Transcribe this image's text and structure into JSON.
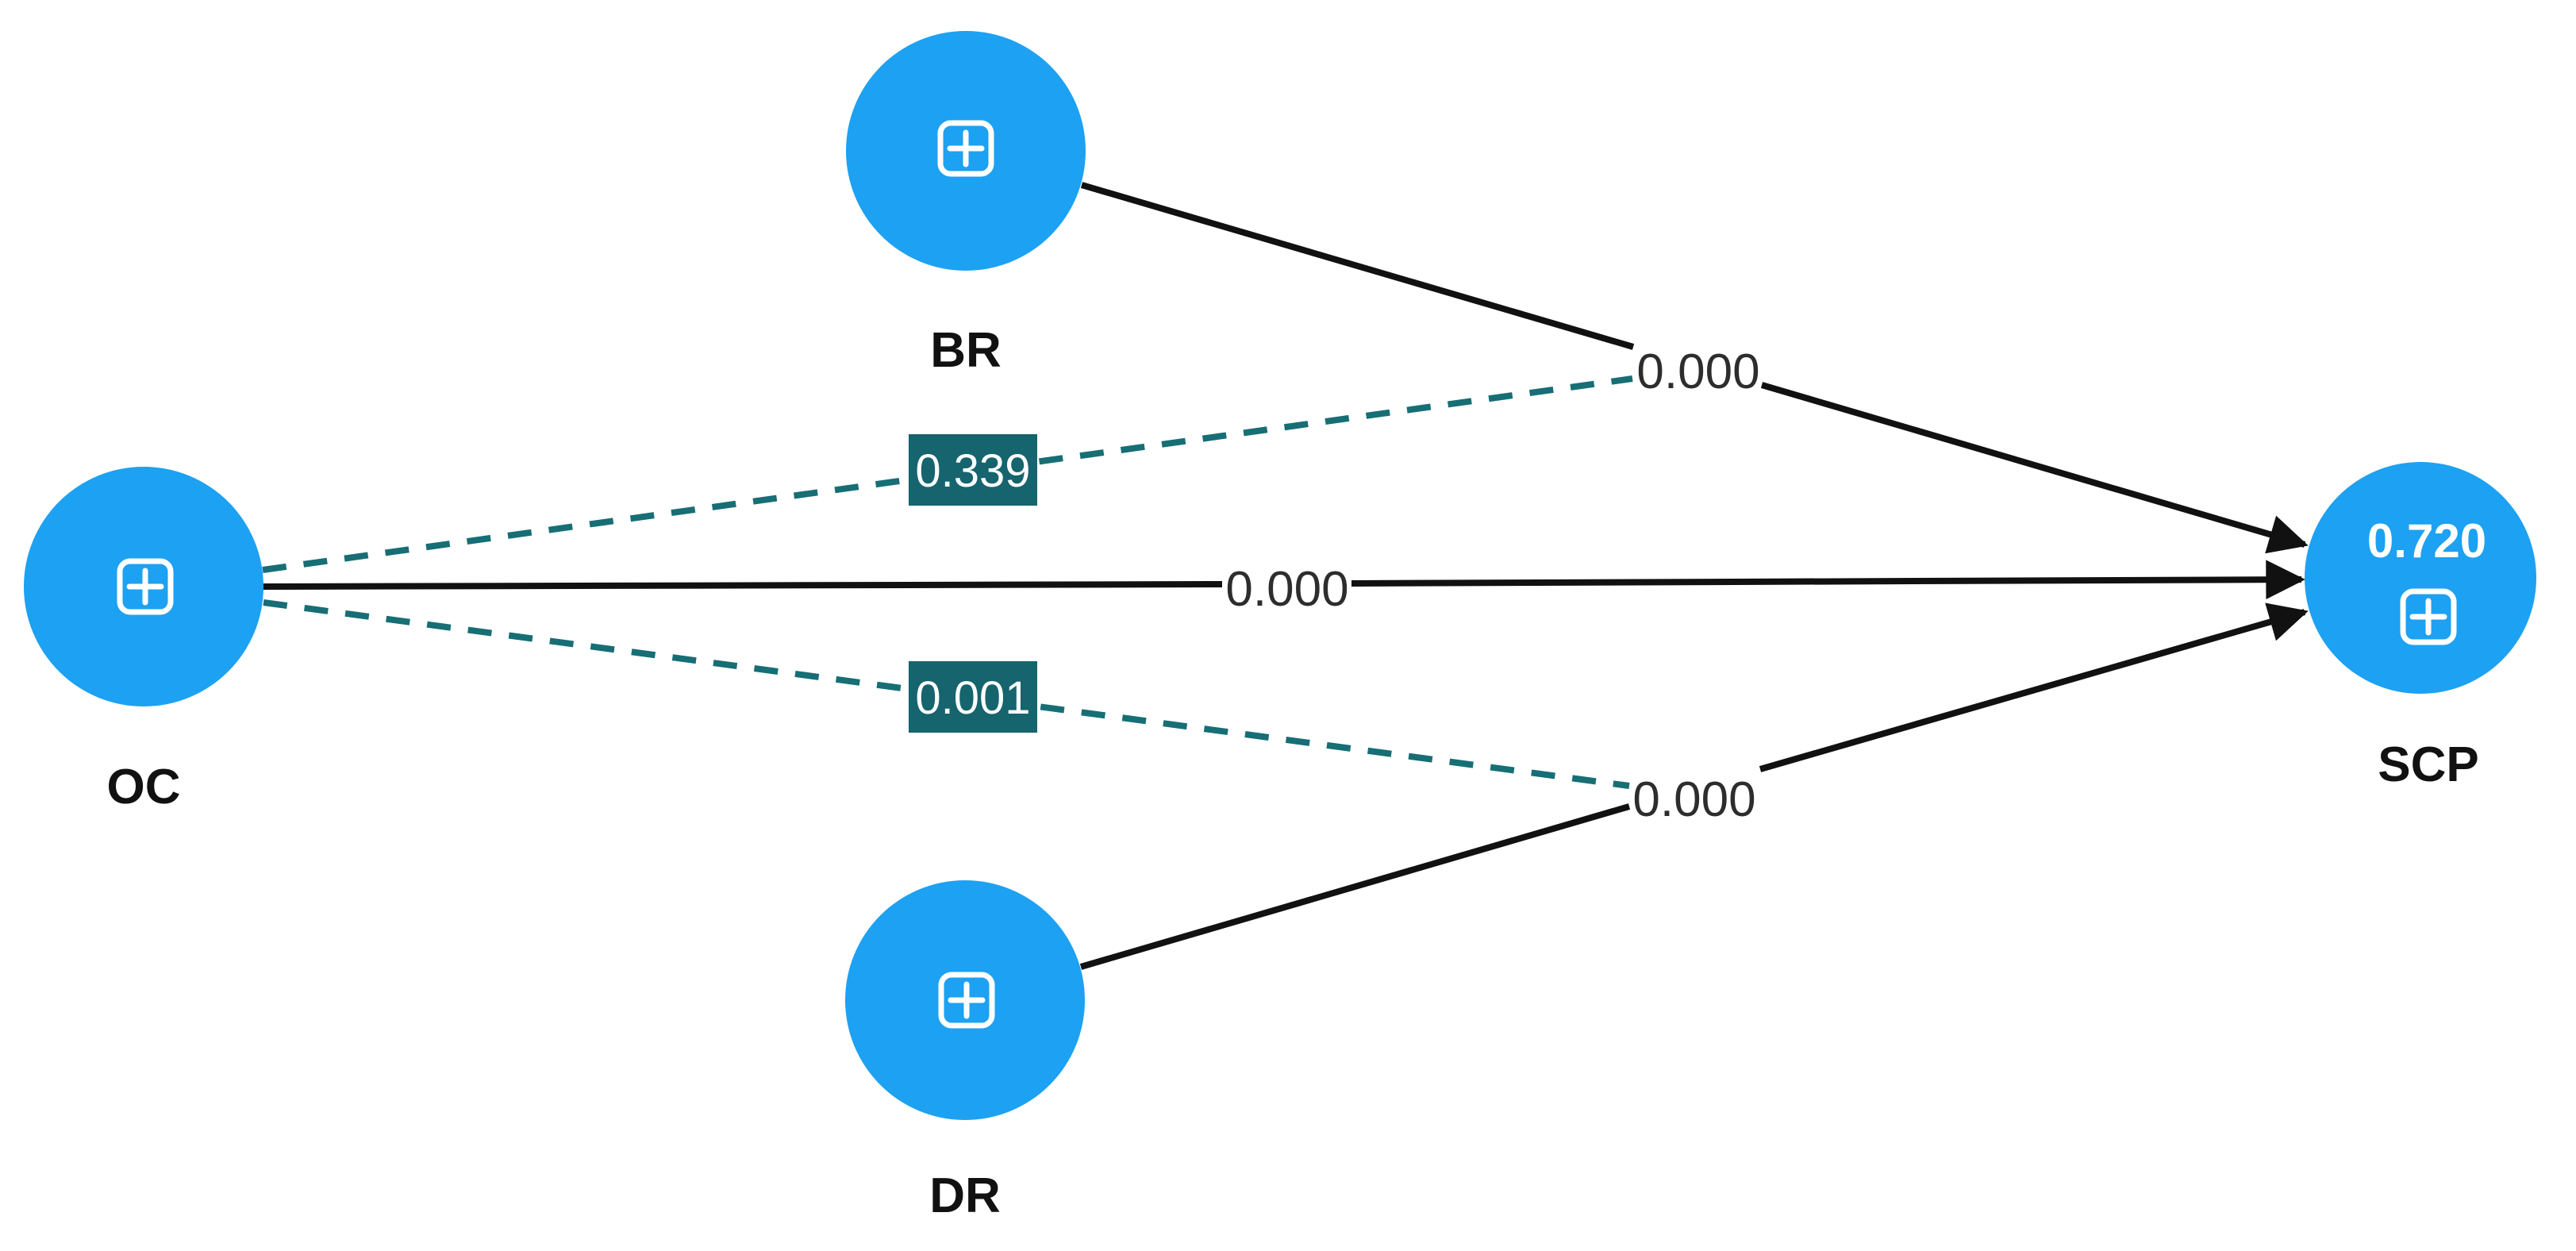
{
  "diagram": {
    "kind": "sem-path-model",
    "background": "#ffffff"
  },
  "colors": {
    "node_fill": "#1DA1F2",
    "node_icon": "#ffffff",
    "edge_solid": "#111111",
    "edge_label_text": "#2d2d2d",
    "moderation_line": "#176E75",
    "moderation_box_fill": "#15646E",
    "moderation_box_text": "#ffffff",
    "node_label_text": "#111111",
    "node_value_text": "#ffffff"
  },
  "nodes": [
    {
      "id": "BR",
      "label": "BR",
      "value": ""
    },
    {
      "id": "OC",
      "label": "OC",
      "value": ""
    },
    {
      "id": "DR",
      "label": "DR",
      "value": ""
    },
    {
      "id": "SCP",
      "label": "SCP",
      "value": "0.720"
    }
  ],
  "edges": {
    "br_scp": {
      "from": "BR",
      "to": "SCP",
      "label": "0.000",
      "style": "solid-arrow"
    },
    "oc_scp": {
      "from": "OC",
      "to": "SCP",
      "label": "0.000",
      "style": "solid-arrow"
    },
    "dr_scp": {
      "from": "DR",
      "to": "SCP",
      "label": "0.000",
      "style": "solid-arrow"
    },
    "oc_mod_br_scp": {
      "from": "OC",
      "to": "BR-SCP-path",
      "label": "0.339",
      "style": "dashed-moderation"
    },
    "oc_mod_dr_scp": {
      "from": "OC",
      "to": "DR-SCP-path",
      "label": "0.001",
      "style": "dashed-moderation"
    }
  },
  "icons": {
    "node_icon_name": "plus-expand-icon"
  }
}
